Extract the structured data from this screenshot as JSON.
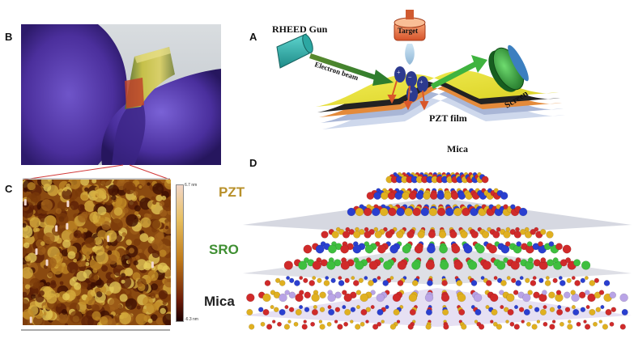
{
  "panels": {
    "a": {
      "label": "A",
      "rheed_gun": "RHEED Gun",
      "target": "Target",
      "electron_beam": "Electron beam",
      "screen": "Screen",
      "film": "PZT film",
      "substrate": "Mica"
    },
    "b": {
      "label": "B"
    },
    "c": {
      "label": "C",
      "scale_max": "6.7 nm",
      "scale_min": "-6.3 nm"
    },
    "d": {
      "label": "D",
      "layers": [
        "PZT",
        "SRO",
        "Mica"
      ]
    }
  },
  "colors": {
    "pzt_label": "#b8902a",
    "sro_label": "#3f8f32",
    "mica_label": "#222222",
    "glove": "#5a3bb0",
    "film_yellow": "#e8e23a",
    "gold_atom": "#e0b020",
    "red_atom": "#d02a2a",
    "green_atom": "#3fbf3f",
    "blue_atom": "#2a3fd0",
    "violet_atom": "#b9a4e6"
  }
}
